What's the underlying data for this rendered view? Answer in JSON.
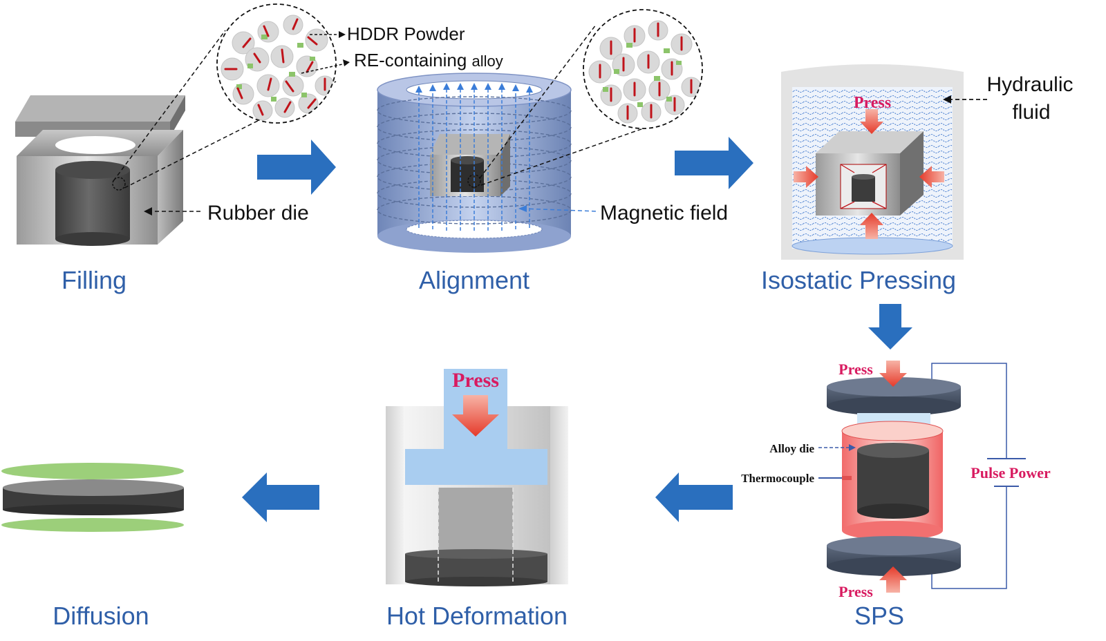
{
  "stages": {
    "filling": "Filling",
    "alignment": "Alignment",
    "isostatic": "Isostatic Pressing",
    "sps": "SPS",
    "hot_deformation": "Hot Deformation",
    "diffusion": "Diffusion"
  },
  "callouts": {
    "hddr_powder": "HDDR Powder",
    "re_alloy": "RE-containing",
    "re_alloy_suffix": "alloy",
    "rubber_die": "Rubber die",
    "magnetic_field": "Magnetic field",
    "hydraulic": "Hydraulic",
    "fluid": "fluid",
    "press": "Press",
    "alloy_die": "Alloy die",
    "thermocouple": "Thermocouple",
    "pulse_power": "Pulse Power"
  },
  "colors": {
    "stage_label": "#2f5fa8",
    "flow_arrow": "#2a6fbe",
    "press_red": "#d81b60",
    "powder_arrow": "#c0131a",
    "powder_green": "#8cc46a",
    "field_line": "#3b7dd8",
    "diffusion_green": "#9ccf7a"
  },
  "icons": {
    "flow_arrow": "right-arrow / down-arrow / left-arrow",
    "press_arrow": "down-arrow",
    "grain_arrow": "small-arrow"
  }
}
